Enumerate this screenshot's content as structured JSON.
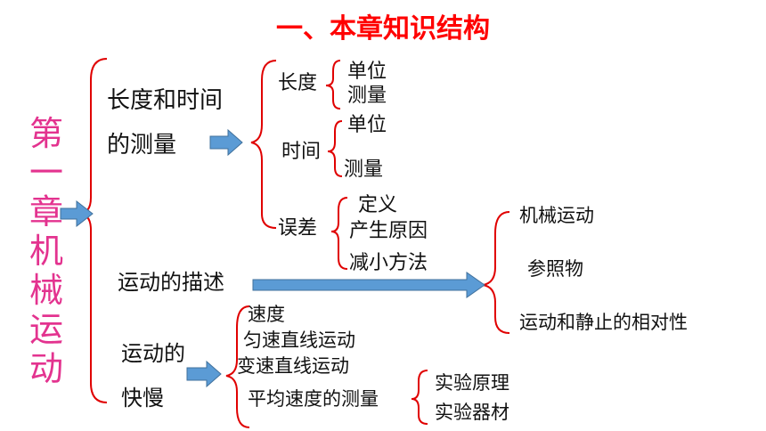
{
  "title": "一、本章知识结构",
  "chapter": [
    "第",
    "一",
    "章",
    "机",
    "械",
    "运",
    "动"
  ],
  "colors": {
    "title": "#ff0000",
    "chapter": "#e3338f",
    "arrow": "#5b9bd5",
    "arrow_stroke": "#41719c"
  },
  "branches": {
    "measure": {
      "label_line1": "长度和时间",
      "label_line2": "的测量",
      "length": {
        "label": "长度",
        "items": [
          "单位",
          "测量"
        ]
      },
      "time": {
        "label": "时间",
        "items": [
          "单位",
          "测量"
        ]
      },
      "error": {
        "label": "误差",
        "items": [
          "定义",
          "产生原因",
          "减小方法"
        ]
      }
    },
    "motion": {
      "label": "运动的描述",
      "items": [
        "机械运动",
        "参照物",
        "运动和静止的相对性"
      ]
    },
    "speed": {
      "label_line1": "运动的",
      "label_line2": "快慢",
      "items": [
        "速度",
        "匀速直线运动",
        "变速直线运动",
        "平均速度的测量"
      ],
      "avg_items": [
        "实验原理",
        "实验器材"
      ]
    }
  }
}
